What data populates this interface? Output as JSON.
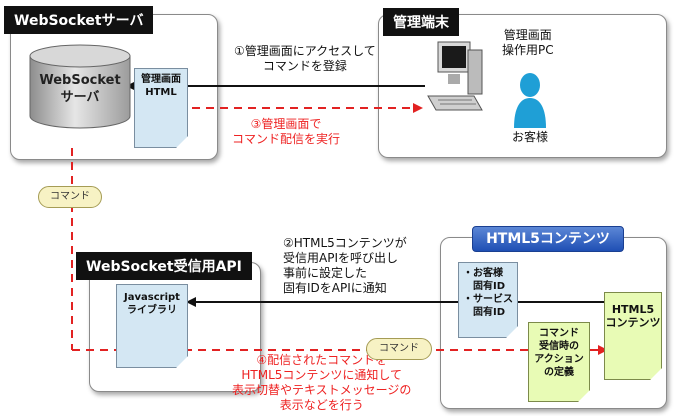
{
  "colors": {
    "red": "#e22222",
    "note_blue": "#d4e7f3",
    "note_green": "#e8fbb5",
    "header_blue": "#2756bb"
  },
  "server": {
    "header": "WebSocketサーバ",
    "cylinder_label": [
      "WebSocket",
      "サーバ"
    ],
    "html_note": [
      "管理画面",
      "HTML"
    ]
  },
  "admin": {
    "header": "管理端末",
    "pc_caption": [
      "管理画面",
      "操作用PC"
    ],
    "customer_caption": "お客様"
  },
  "api": {
    "header": "WebSocket受信用API",
    "lib_note": [
      "Javascript",
      "ライブラリ"
    ]
  },
  "contents": {
    "header": "HTML5コンテンツ",
    "id_note": [
      "・お客様",
      "固有ID",
      "・サービス",
      "固有ID"
    ],
    "html5_note": [
      "HTML5",
      "コンテンツ"
    ],
    "action_note": [
      "コマンド",
      "受信時の",
      "アクション",
      "の定義"
    ]
  },
  "steps": {
    "s1": [
      "①管理画面にアクセスして",
      "コマンドを登録"
    ],
    "s2": [
      "②HTML5コンテンツが",
      "受信用APIを呼び出し",
      "事前に設定した",
      "固有IDをAPIに通知"
    ],
    "s3": [
      "③管理画面で",
      "コマンド配信を実行"
    ],
    "s4": [
      "④配信されたコマンドを",
      "HTML5コンテンツに通知して",
      "表示切替やテキストメッセージの",
      "表示などを行う"
    ]
  },
  "pills": {
    "left": "コマンド",
    "bottom": "コマンド"
  }
}
